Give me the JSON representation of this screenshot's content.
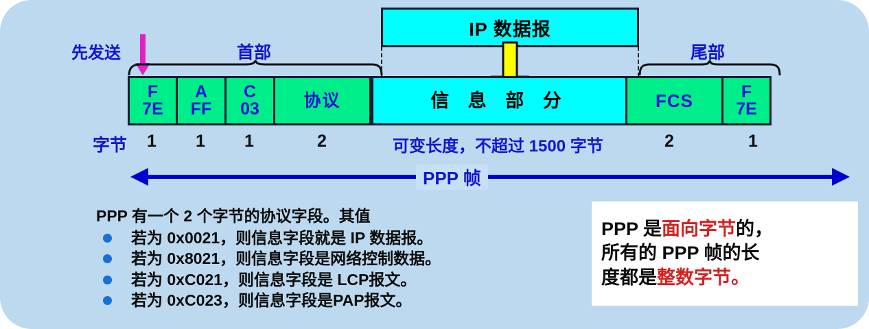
{
  "colors": {
    "background": "#bcd9ef",
    "field_green": "#00ee8a",
    "field_cyan": "#00ffff",
    "blue_text": "#1414d2",
    "red_text": "#d81f1f",
    "arrow_yellow": "#ffff00",
    "arrow_magenta": "#e020c8",
    "bullet_blue": "#1a6fd4"
  },
  "diagram": {
    "ip_datagram_label": "IP 数据报",
    "first_send_label": "先发送",
    "header_brace_label": "首部",
    "trailer_brace_label": "尾部",
    "byte_row_label": "字节",
    "frame_span_label": "PPP 帧",
    "variable_length_note": "可变长度，不超过 1500 字节",
    "fields": [
      {
        "line1": "F",
        "line2": "7E",
        "bytes": "1",
        "type": "flag",
        "fill": "green"
      },
      {
        "line1": "A",
        "line2": "FF",
        "bytes": "1",
        "type": "address",
        "fill": "green"
      },
      {
        "line1": "C",
        "line2": "03",
        "bytes": "1",
        "type": "control",
        "fill": "green"
      },
      {
        "line1": "协议",
        "line2": "",
        "bytes": "2",
        "type": "protocol",
        "fill": "green"
      },
      {
        "line1": "信 息 部 分",
        "line2": "",
        "bytes": "可变长度，不超过 1500 字节",
        "type": "information",
        "fill": "cyan"
      },
      {
        "line1": "FCS",
        "line2": "",
        "bytes": "2",
        "type": "fcs",
        "fill": "green"
      },
      {
        "line1": "F",
        "line2": "7E",
        "bytes": "1",
        "type": "flag",
        "fill": "green"
      }
    ]
  },
  "notes": {
    "heading": "PPP 有一个 2 个字节的协议字段。其值",
    "items": [
      "若为 0x0021，则信息字段就是 IP 数据报。",
      "若为 0x8021，则信息字段是网络控制数据。",
      "若为 0xC021，则信息字段是 LCP报文。",
      "若为 0xC023，则信息字段是PAP报文。"
    ]
  },
  "callout": {
    "line1_a": "PPP 是",
    "line1_b": "面向字节",
    "line1_c": "的，",
    "line2": "所有的 PPP 帧的长",
    "line3_a": "度都是",
    "line3_b": "整数字节。"
  }
}
